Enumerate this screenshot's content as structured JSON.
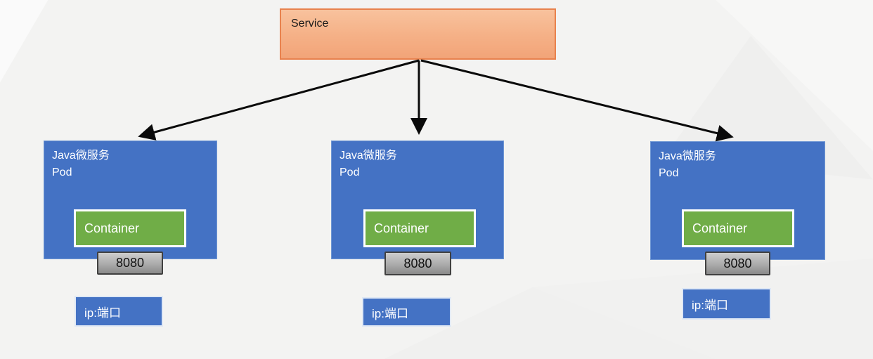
{
  "diagram": {
    "service": {
      "label": "Service"
    },
    "pods": [
      {
        "name_line1": "Java微服务",
        "name_line2": "Pod",
        "container_label": "Container",
        "port_label": "8080",
        "endpoint_label": "ip:端口"
      },
      {
        "name_line1": "Java微服务",
        "name_line2": "Pod",
        "container_label": "Container",
        "port_label": "8080",
        "endpoint_label": "ip:端口"
      },
      {
        "name_line1": "Java微服务",
        "name_line2": "Pod",
        "container_label": "Container",
        "port_label": "8080",
        "endpoint_label": "ip:端口"
      }
    ],
    "arrows": [
      {
        "from": "Service",
        "to": "Pod 1"
      },
      {
        "from": "Service",
        "to": "Pod 2"
      },
      {
        "from": "Service",
        "to": "Pod 3"
      }
    ],
    "colors": {
      "pod_fill": "#4472C4",
      "container_fill": "#70AD47",
      "container_border": "#FFFFFF",
      "service_fill": "#F5B183",
      "service_border": "#ED7D31",
      "port_fill_top": "#CDCDCD",
      "port_fill_bottom": "#8A8A8A",
      "port_border": "#404040",
      "endpoint_fill": "#4472C4",
      "arrow": "#000000",
      "text_on_blue": "#FFFFFF",
      "text_on_orange": "#000000"
    }
  }
}
